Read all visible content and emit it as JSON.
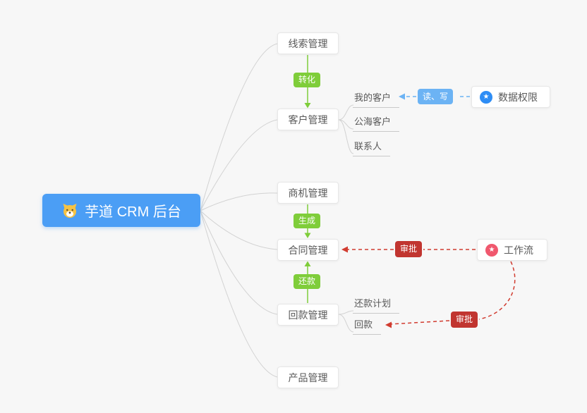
{
  "root": {
    "label": "芋道 CRM 后台",
    "icon": "dog-mascot"
  },
  "branches": [
    {
      "label": "线索管理"
    },
    {
      "label": "客户管理",
      "children": [
        {
          "label": "我的客户"
        },
        {
          "label": "公海客户"
        },
        {
          "label": "联系人"
        }
      ]
    },
    {
      "label": "商机管理"
    },
    {
      "label": "合同管理"
    },
    {
      "label": "回款管理",
      "children": [
        {
          "label": "还款计划"
        },
        {
          "label": "回款"
        }
      ]
    },
    {
      "label": "产品管理"
    }
  ],
  "edge_labels": {
    "convert": "转化",
    "generate": "生成",
    "repay": "还款",
    "read_write": "读、写",
    "approve_contract": "审批",
    "approve_receivable": "审批"
  },
  "side_nodes": {
    "data_permission": {
      "label": "数据权限",
      "icon": "star-icon",
      "glyph": "★",
      "icon_color": "#2e8df5"
    },
    "workflow": {
      "label": "工作流",
      "icon": "star-icon",
      "glyph": "★",
      "icon_color": "#f0586e"
    }
  },
  "colors": {
    "background": "#f7f7f7",
    "root_bg": "#4b9ef5",
    "green_label": "#7fcd3a",
    "blue_label": "#6cb3f4",
    "red_label": "#c13530",
    "red_line": "#d13c30",
    "blue_line": "#6cb3f4",
    "gray_line": "#d2d2d2",
    "node_text": "#595959"
  }
}
